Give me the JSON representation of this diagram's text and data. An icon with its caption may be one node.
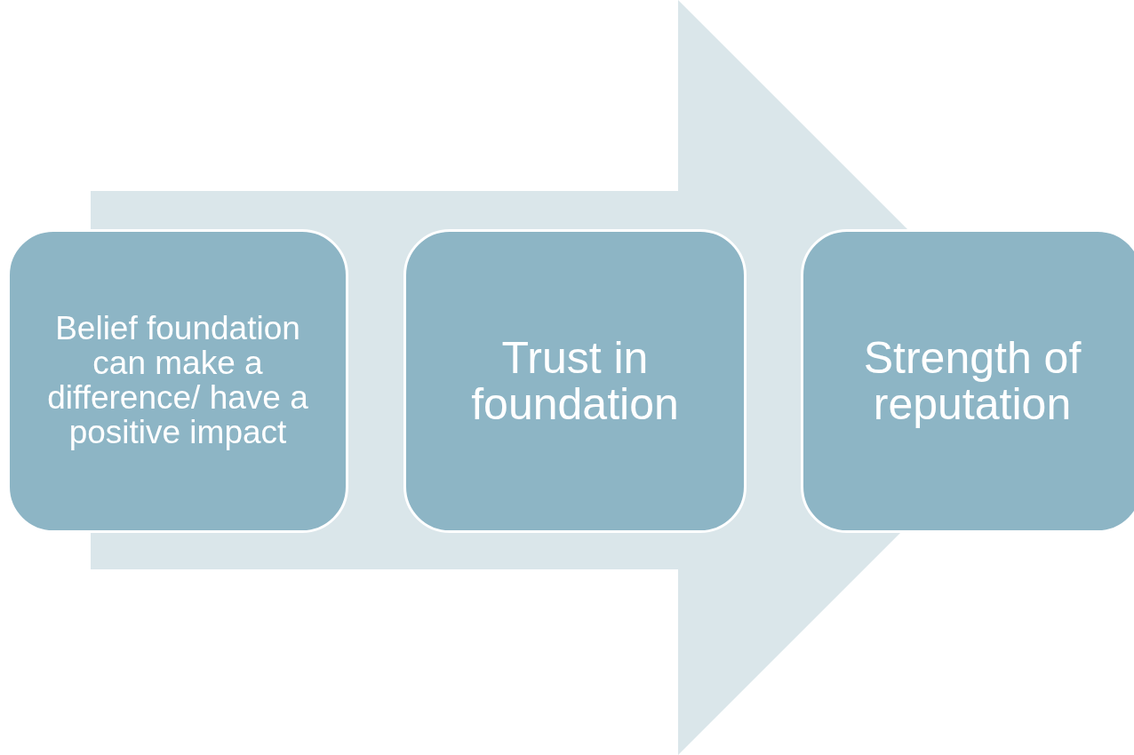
{
  "diagram": {
    "nodes": [
      {
        "text": [
          "Belief foundation can make a difference/ have a positive impact"
        ]
      },
      {
        "text": [
          "Trust in foundation"
        ]
      },
      {
        "text": [
          "Strength of reputation"
        ]
      }
    ],
    "edges": [
      {
        "from": 0,
        "to": 2,
        "arrow": "to"
      }
    ]
  }
}
